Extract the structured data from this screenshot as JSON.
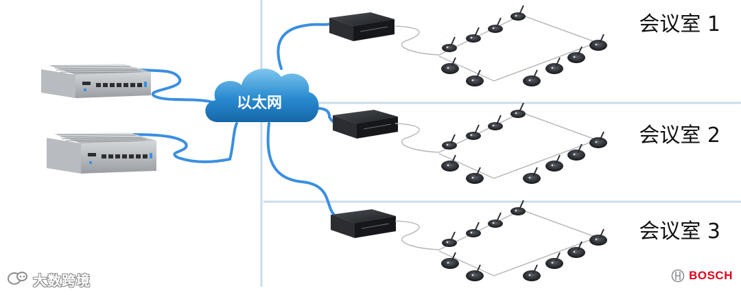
{
  "network": {
    "label": "以太网"
  },
  "rooms": [
    {
      "label": "会议室 1"
    },
    {
      "label": "会议室 2"
    },
    {
      "label": "会议室 3"
    }
  ],
  "watermark": {
    "text": "大数跨境",
    "icon": "wechat-like-logo"
  },
  "brand": {
    "name": "BOSCH",
    "icon": "bosch-armature-icon",
    "color": "#e2001a"
  },
  "colors": {
    "cable": "#3a8fe0",
    "cloud": "#1f7fc4",
    "divider": "#c9dcec"
  }
}
